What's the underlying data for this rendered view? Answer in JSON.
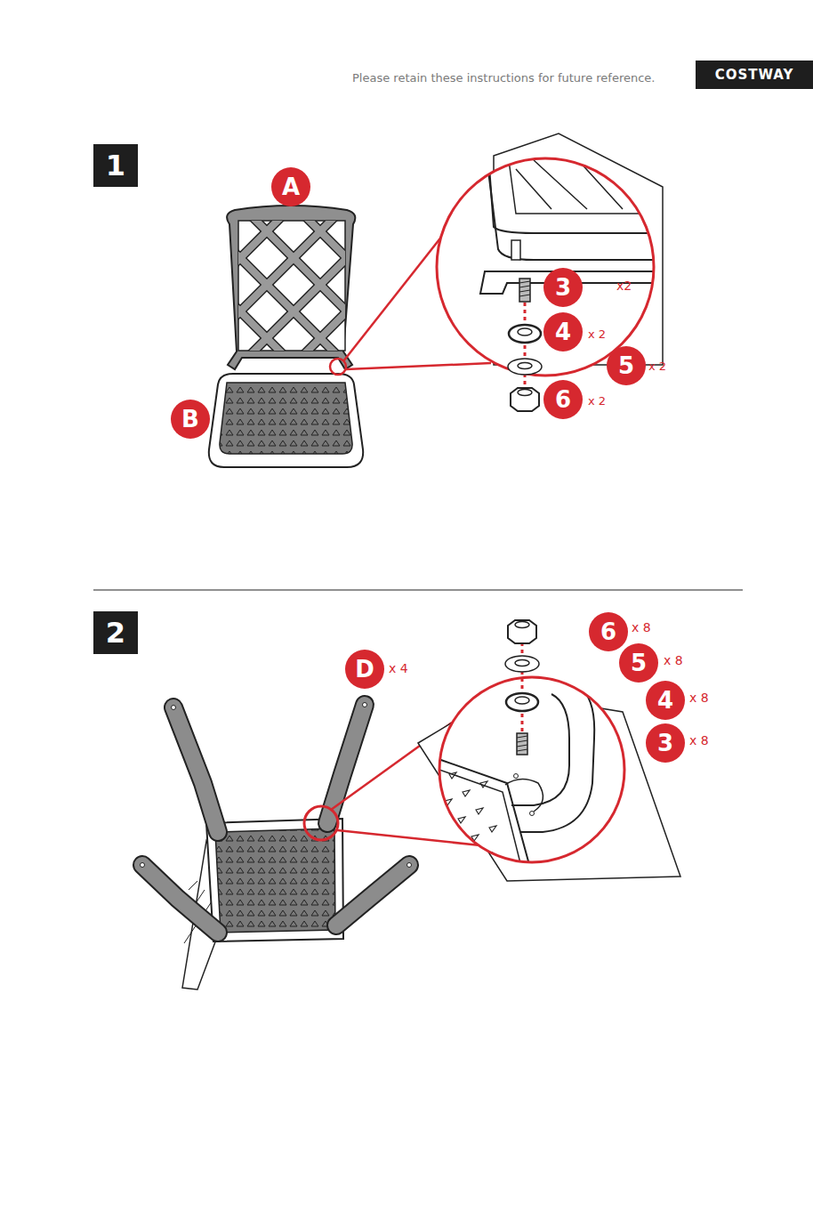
{
  "diagram": {
    "nodes": [
      {
        "text": [
          "COSTWAY"
        ]
      },
      {
        "text": [
          "1"
        ]
      },
      {
        "text": [
          "A"
        ]
      },
      {
        "text": [
          "B"
        ]
      },
      {
        "text": [
          "3"
        ]
      },
      {
        "text": [
          "4"
        ]
      },
      {
        "text": [
          "5"
        ]
      },
      {
        "text": [
          "6"
        ]
      },
      {
        "text": [
          "2"
        ]
      },
      {
        "text": [
          "D"
        ]
      },
      {
        "text": [
          "6"
        ]
      },
      {
        "text": [
          "5"
        ]
      },
      {
        "text": [
          "4"
        ]
      },
      {
        "text": [
          "3"
        ]
      }
    ],
    "labels": [
      "Please retain these instructions for future reference.",
      "x2",
      "x 2",
      "x 2",
      "x 2",
      "x 4",
      "x 8",
      "x 8",
      "x 8",
      "x 8"
    ]
  }
}
